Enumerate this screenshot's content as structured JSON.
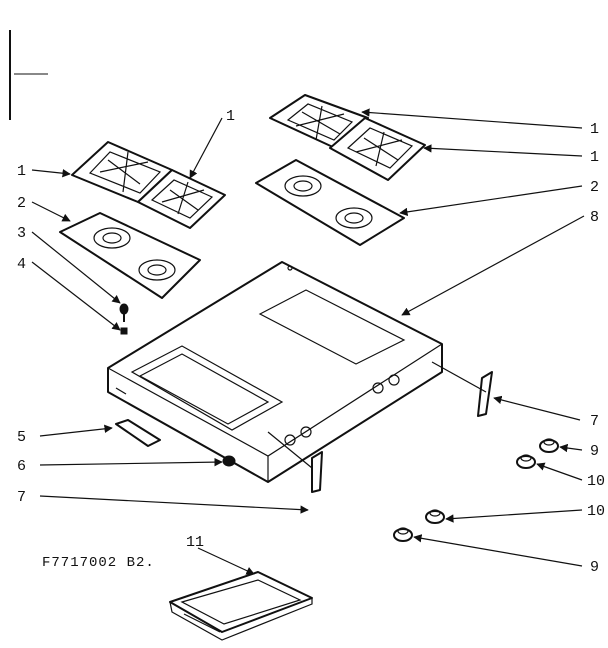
{
  "diagram": {
    "drawing_code": "F7717002 B2.",
    "callouts": [
      {
        "id": "c1a",
        "text": "1"
      },
      {
        "id": "c1b",
        "text": "1"
      },
      {
        "id": "c1c",
        "text": "1"
      },
      {
        "id": "c1d",
        "text": "1"
      },
      {
        "id": "c2a",
        "text": "2"
      },
      {
        "id": "c2b",
        "text": "2"
      },
      {
        "id": "c3",
        "text": "3"
      },
      {
        "id": "c4",
        "text": "4"
      },
      {
        "id": "c5",
        "text": "5"
      },
      {
        "id": "c6",
        "text": "6"
      },
      {
        "id": "c7a",
        "text": "7"
      },
      {
        "id": "c7b",
        "text": "7"
      },
      {
        "id": "c8",
        "text": "8"
      },
      {
        "id": "c9a",
        "text": "9"
      },
      {
        "id": "c9b",
        "text": "9"
      },
      {
        "id": "c10a",
        "text": "10"
      },
      {
        "id": "c10b",
        "text": "10"
      },
      {
        "id": "c11",
        "text": "11"
      }
    ]
  }
}
